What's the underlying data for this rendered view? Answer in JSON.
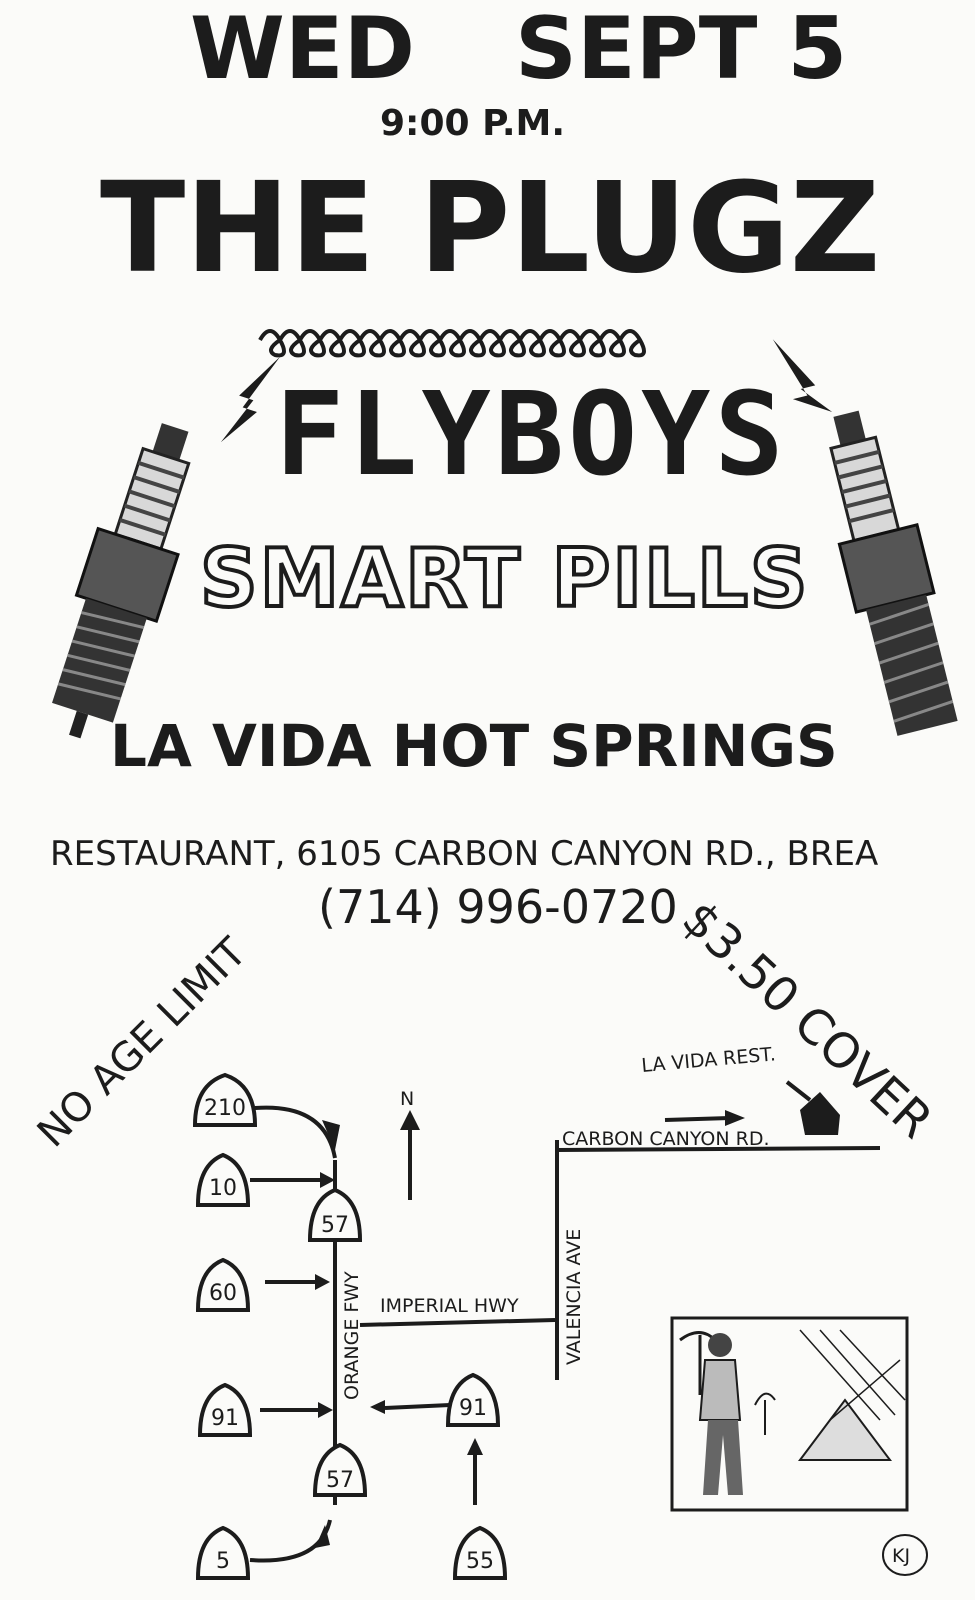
{
  "event": {
    "day": "WED",
    "date": "SEPT 5",
    "time": "9:00 P.M."
  },
  "bands": [
    "THE PLUGZ",
    "FLYBOYS",
    "SMART PILLS"
  ],
  "venue": {
    "name": "LA VIDA HOT SPRINGS",
    "address": "RESTAURANT, 6105 CARBON CANYON RD., BREA",
    "phone": "(714) 996-0720"
  },
  "age_limit": "NO AGE LIMIT",
  "cover": "$3.50 COVER",
  "map": {
    "north": "N",
    "destination": "LA VIDA REST.",
    "roads": {
      "carbon_canyon": "CARBON CANYON RD.",
      "valencia": "VALENCIA AVE",
      "imperial": "IMPERIAL HWY",
      "orange_fwy": "ORANGE FWY"
    },
    "shields": [
      "210",
      "10",
      "57",
      "60",
      "91",
      "57",
      "5",
      "91",
      "55"
    ]
  },
  "artist_initials": "KJ"
}
